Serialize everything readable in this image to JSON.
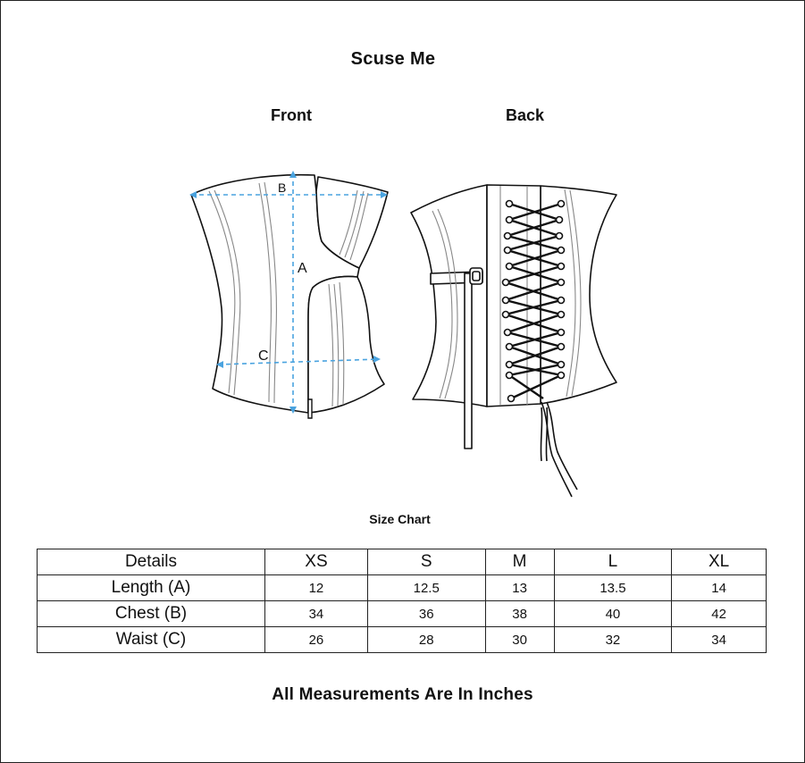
{
  "title": "Scuse Me",
  "views": {
    "front": "Front",
    "back": "Back"
  },
  "markers": {
    "a": "A",
    "b": "B",
    "c": "C"
  },
  "size_chart_title": "Size Chart",
  "table": {
    "headers": [
      "Details",
      "XS",
      "S",
      "M",
      "L",
      "XL"
    ],
    "rows": [
      {
        "label": "Length (A)",
        "values": [
          "12",
          "12.5",
          "13",
          "13.5",
          "14"
        ]
      },
      {
        "label": "Chest (B)",
        "values": [
          "34",
          "36",
          "38",
          "40",
          "42"
        ]
      },
      {
        "label": "Waist (C)",
        "values": [
          "26",
          "28",
          "30",
          "32",
          "34"
        ]
      }
    ]
  },
  "footer": "All Measurements Are In Inches",
  "colors": {
    "measure_line": "#4aa3df",
    "ink": "#111111"
  }
}
